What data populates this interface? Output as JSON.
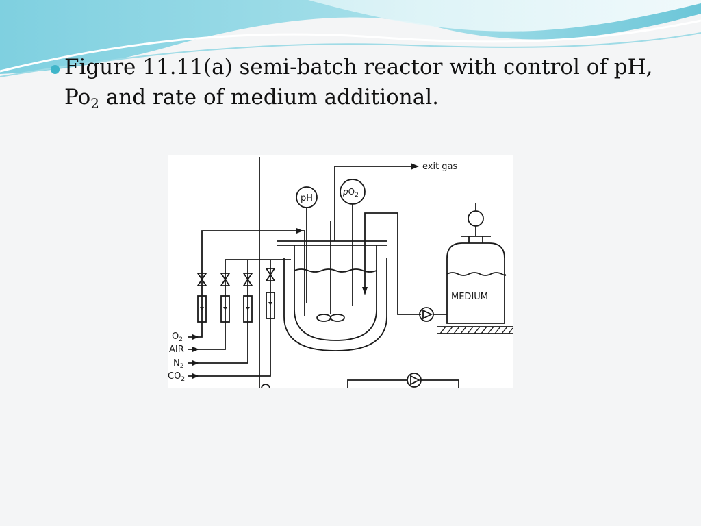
{
  "slide": {
    "bullet": {
      "line1": "Figure 11.11(a) semi-batch reactor with control of pH,",
      "line2_pre": "Po",
      "line2_sub": "2",
      "line2_post": " and rate of medium additional."
    }
  },
  "diagram": {
    "exit_gas": "exit gas",
    "ph_sensor": "pH",
    "po2_sensor_p": "p",
    "po2_sensor_o": "O",
    "po2_sensor_sub": "2",
    "medium": "MEDIUM",
    "gas_inputs": [
      {
        "base": "O",
        "sub": "2"
      },
      {
        "base": "AIR",
        "sub": ""
      },
      {
        "base": "N",
        "sub": "2"
      },
      {
        "base": "CO",
        "sub": "2"
      }
    ]
  },
  "colors": {
    "accent": "#3fb5c9",
    "wave_light": "#bfe8f0",
    "wave_mid": "#7fd0e0"
  }
}
